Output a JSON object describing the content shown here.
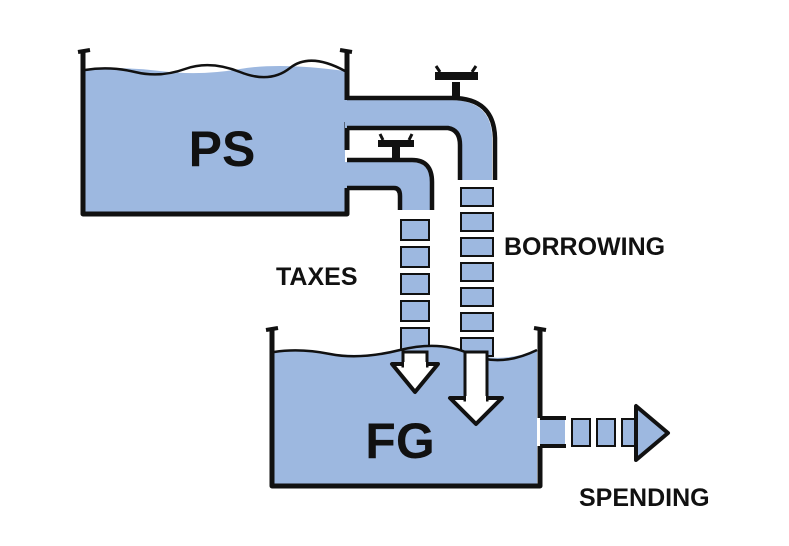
{
  "tanks": {
    "upper": {
      "label": "PS"
    },
    "lower": {
      "label": "FG"
    }
  },
  "flows": {
    "taxes": {
      "label": "TAXES"
    },
    "borrowing": {
      "label": "BORROWING"
    },
    "spending": {
      "label": "SPENDING"
    }
  },
  "colors": {
    "water": "#9db8e0",
    "outline": "#111111",
    "background": "#ffffff"
  }
}
